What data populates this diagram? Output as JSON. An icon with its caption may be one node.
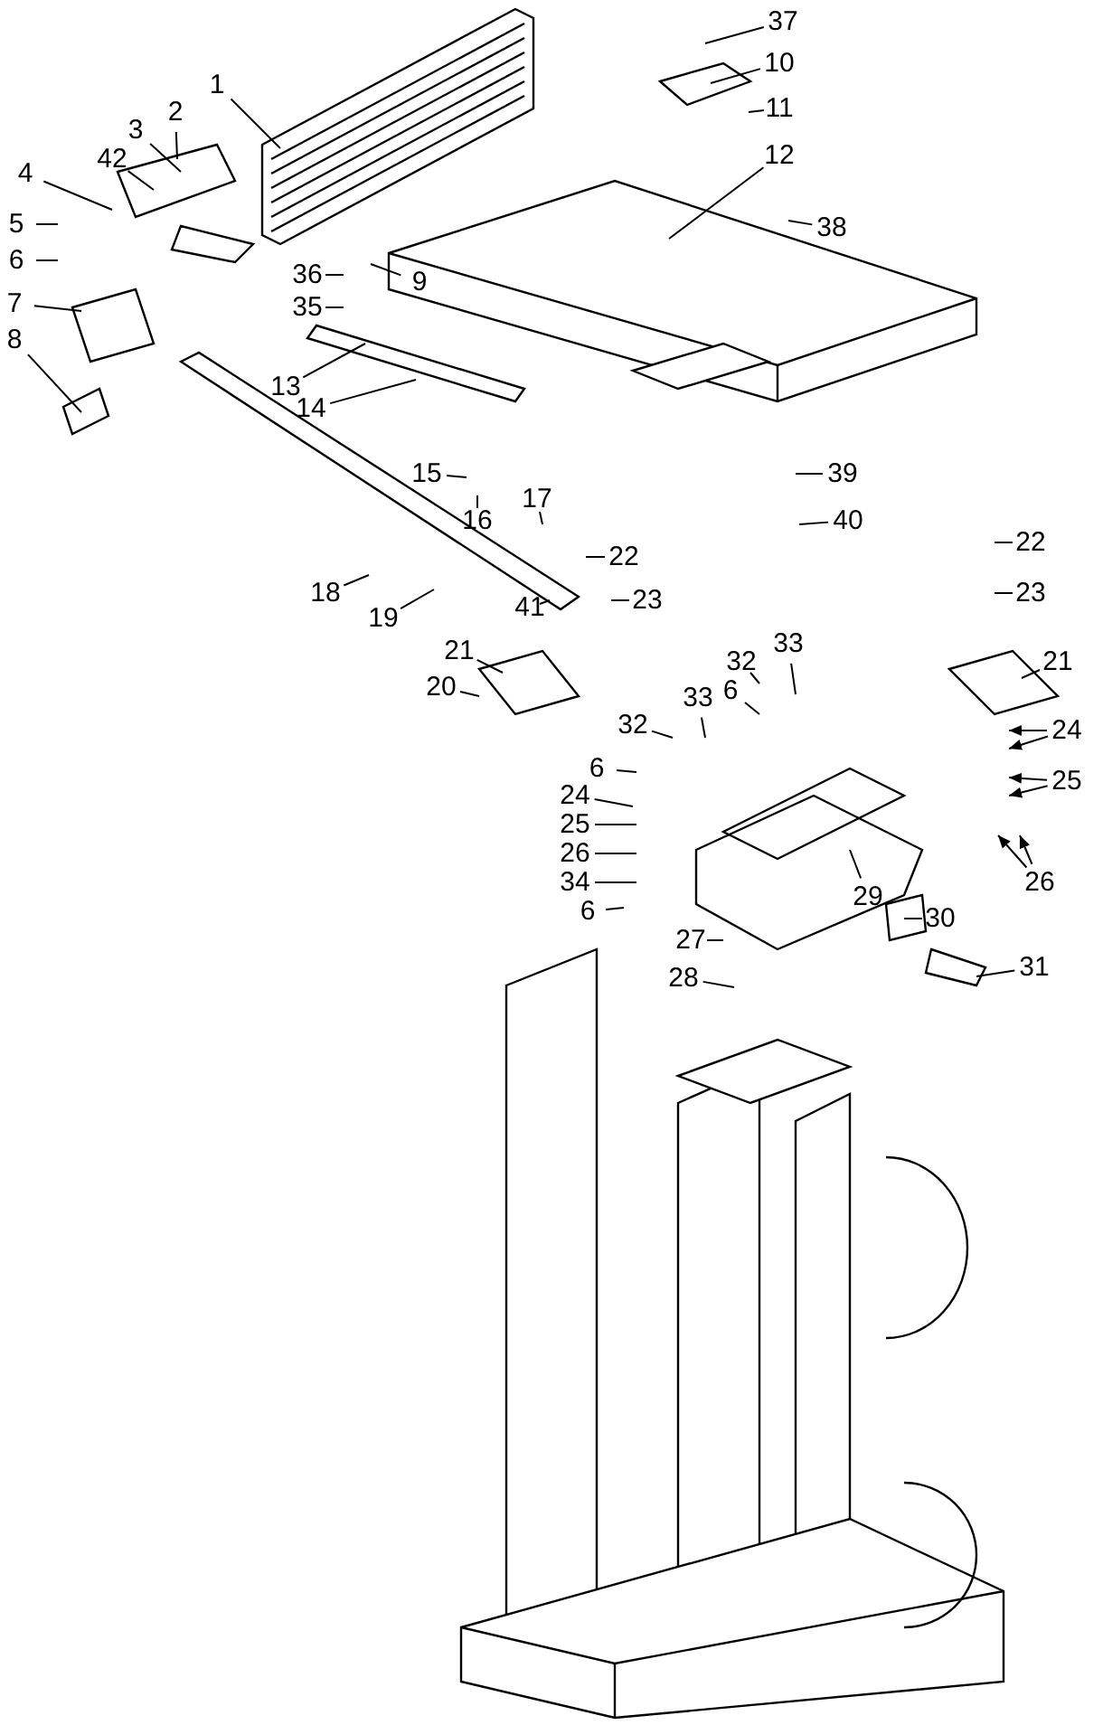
{
  "diagram": {
    "nodes": [
      {
        "text": [
          "1"
        ]
      },
      {
        "text": [
          "2"
        ]
      },
      {
        "text": [
          "3"
        ]
      },
      {
        "text": [
          "42"
        ]
      },
      {
        "text": [
          "4"
        ]
      },
      {
        "text": [
          "5"
        ]
      },
      {
        "text": [
          "6"
        ]
      },
      {
        "text": [
          "7"
        ]
      },
      {
        "text": [
          "8"
        ]
      },
      {
        "text": [
          "37"
        ]
      },
      {
        "text": [
          "10"
        ]
      },
      {
        "text": [
          "11"
        ]
      },
      {
        "text": [
          "12"
        ]
      },
      {
        "text": [
          "36"
        ]
      },
      {
        "text": [
          "9"
        ]
      },
      {
        "text": [
          "35"
        ]
      },
      {
        "text": [
          "38"
        ]
      },
      {
        "text": [
          "13"
        ]
      },
      {
        "text": [
          "14"
        ]
      },
      {
        "text": [
          "15"
        ]
      },
      {
        "text": [
          "16"
        ]
      },
      {
        "text": [
          "17"
        ]
      },
      {
        "text": [
          "39"
        ]
      },
      {
        "text": [
          "40"
        ]
      },
      {
        "text": [
          "22"
        ]
      },
      {
        "text": [
          "22"
        ]
      },
      {
        "text": [
          "23"
        ]
      },
      {
        "text": [
          "23"
        ]
      },
      {
        "text": [
          "18"
        ]
      },
      {
        "text": [
          "19"
        ]
      },
      {
        "text": [
          "41"
        ]
      },
      {
        "text": [
          "32"
        ]
      },
      {
        "text": [
          "33"
        ]
      },
      {
        "text": [
          "21"
        ]
      },
      {
        "text": [
          "21"
        ]
      },
      {
        "text": [
          "6"
        ]
      },
      {
        "text": [
          "33"
        ]
      },
      {
        "text": [
          "20"
        ]
      },
      {
        "text": [
          "32"
        ]
      },
      {
        "text": [
          "6"
        ]
      },
      {
        "text": [
          "24"
        ]
      },
      {
        "text": [
          "25"
        ]
      },
      {
        "text": [
          "26"
        ]
      },
      {
        "text": [
          "34"
        ]
      },
      {
        "text": [
          "6"
        ]
      },
      {
        "text": [
          "24"
        ]
      },
      {
        "text": [
          "25"
        ]
      },
      {
        "text": [
          "26"
        ]
      },
      {
        "text": [
          "29"
        ]
      },
      {
        "text": [
          "30"
        ]
      },
      {
        "text": [
          "27"
        ]
      },
      {
        "text": [
          "28"
        ]
      },
      {
        "text": [
          "31"
        ]
      }
    ],
    "edges": [
      {
        "from": 0,
        "to": null,
        "arrow": "none"
      },
      {
        "from": 1,
        "to": null,
        "arrow": "none"
      },
      {
        "from": 2,
        "to": null,
        "arrow": "none"
      },
      {
        "from": 3,
        "to": null,
        "arrow": "none"
      },
      {
        "from": 4,
        "to": null,
        "arrow": "none"
      },
      {
        "from": 5,
        "to": null,
        "arrow": "none"
      },
      {
        "from": 6,
        "to": null,
        "arrow": "none"
      },
      {
        "from": 7,
        "to": null,
        "arrow": "none"
      },
      {
        "from": 8,
        "to": null,
        "arrow": "none"
      },
      {
        "from": 9,
        "to": null,
        "arrow": "none"
      },
      {
        "from": 10,
        "to": null,
        "arrow": "none"
      },
      {
        "from": 11,
        "to": null,
        "arrow": "none"
      },
      {
        "from": 12,
        "to": null,
        "arrow": "none"
      },
      {
        "from": 13,
        "to": null,
        "arrow": "none"
      },
      {
        "from": 14,
        "to": null,
        "arrow": "none"
      },
      {
        "from": 15,
        "to": null,
        "arrow": "none"
      },
      {
        "from": 16,
        "to": null,
        "arrow": "none"
      },
      {
        "from": 17,
        "to": null,
        "arrow": "none"
      },
      {
        "from": 18,
        "to": null,
        "arrow": "none"
      },
      {
        "from": 19,
        "to": null,
        "arrow": "none"
      },
      {
        "from": 20,
        "to": null,
        "arrow": "none"
      },
      {
        "from": 21,
        "to": null,
        "arrow": "none"
      },
      {
        "from": 22,
        "to": null,
        "arrow": "none"
      },
      {
        "from": 23,
        "to": null,
        "arrow": "none"
      },
      {
        "from": 24,
        "to": null,
        "arrow": "none"
      },
      {
        "from": 25,
        "to": null,
        "arrow": "none"
      },
      {
        "from": 26,
        "to": null,
        "arrow": "none"
      },
      {
        "from": 27,
        "to": null,
        "arrow": "none"
      },
      {
        "from": 28,
        "to": null,
        "arrow": "none"
      },
      {
        "from": 29,
        "to": null,
        "arrow": "none"
      },
      {
        "from": 30,
        "to": null,
        "arrow": "none"
      },
      {
        "from": 31,
        "to": null,
        "arrow": "none"
      },
      {
        "from": 32,
        "to": null,
        "arrow": "none"
      },
      {
        "from": 33,
        "to": null,
        "arrow": "none"
      },
      {
        "from": 34,
        "to": null,
        "arrow": "none"
      },
      {
        "from": 35,
        "to": null,
        "arrow": "none"
      },
      {
        "from": 36,
        "to": null,
        "arrow": "none"
      },
      {
        "from": 37,
        "to": null,
        "arrow": "none"
      },
      {
        "from": 38,
        "to": null,
        "arrow": "none"
      },
      {
        "from": 39,
        "to": null,
        "arrow": "none"
      },
      {
        "from": 40,
        "to": null,
        "arrow": "none"
      },
      {
        "from": 41,
        "to": null,
        "arrow": "none"
      },
      {
        "from": 42,
        "to": null,
        "arrow": "none"
      },
      {
        "from": 43,
        "to": null,
        "arrow": "none"
      },
      {
        "from": 44,
        "to": null,
        "arrow": "none"
      },
      {
        "from": 45,
        "to": null,
        "arrow": "to"
      },
      {
        "from": 45,
        "to": null,
        "arrow": "to"
      },
      {
        "from": 46,
        "to": null,
        "arrow": "to"
      },
      {
        "from": 46,
        "to": null,
        "arrow": "to"
      },
      {
        "from": 47,
        "to": null,
        "arrow": "to"
      },
      {
        "from": 47,
        "to": null,
        "arrow": "to"
      },
      {
        "from": 48,
        "to": null,
        "arrow": "none"
      },
      {
        "from": 49,
        "to": null,
        "arrow": "none"
      },
      {
        "from": 50,
        "to": null,
        "arrow": "none"
      },
      {
        "from": 51,
        "to": null,
        "arrow": "none"
      },
      {
        "from": 52,
        "to": null,
        "arrow": "none"
      }
    ]
  }
}
